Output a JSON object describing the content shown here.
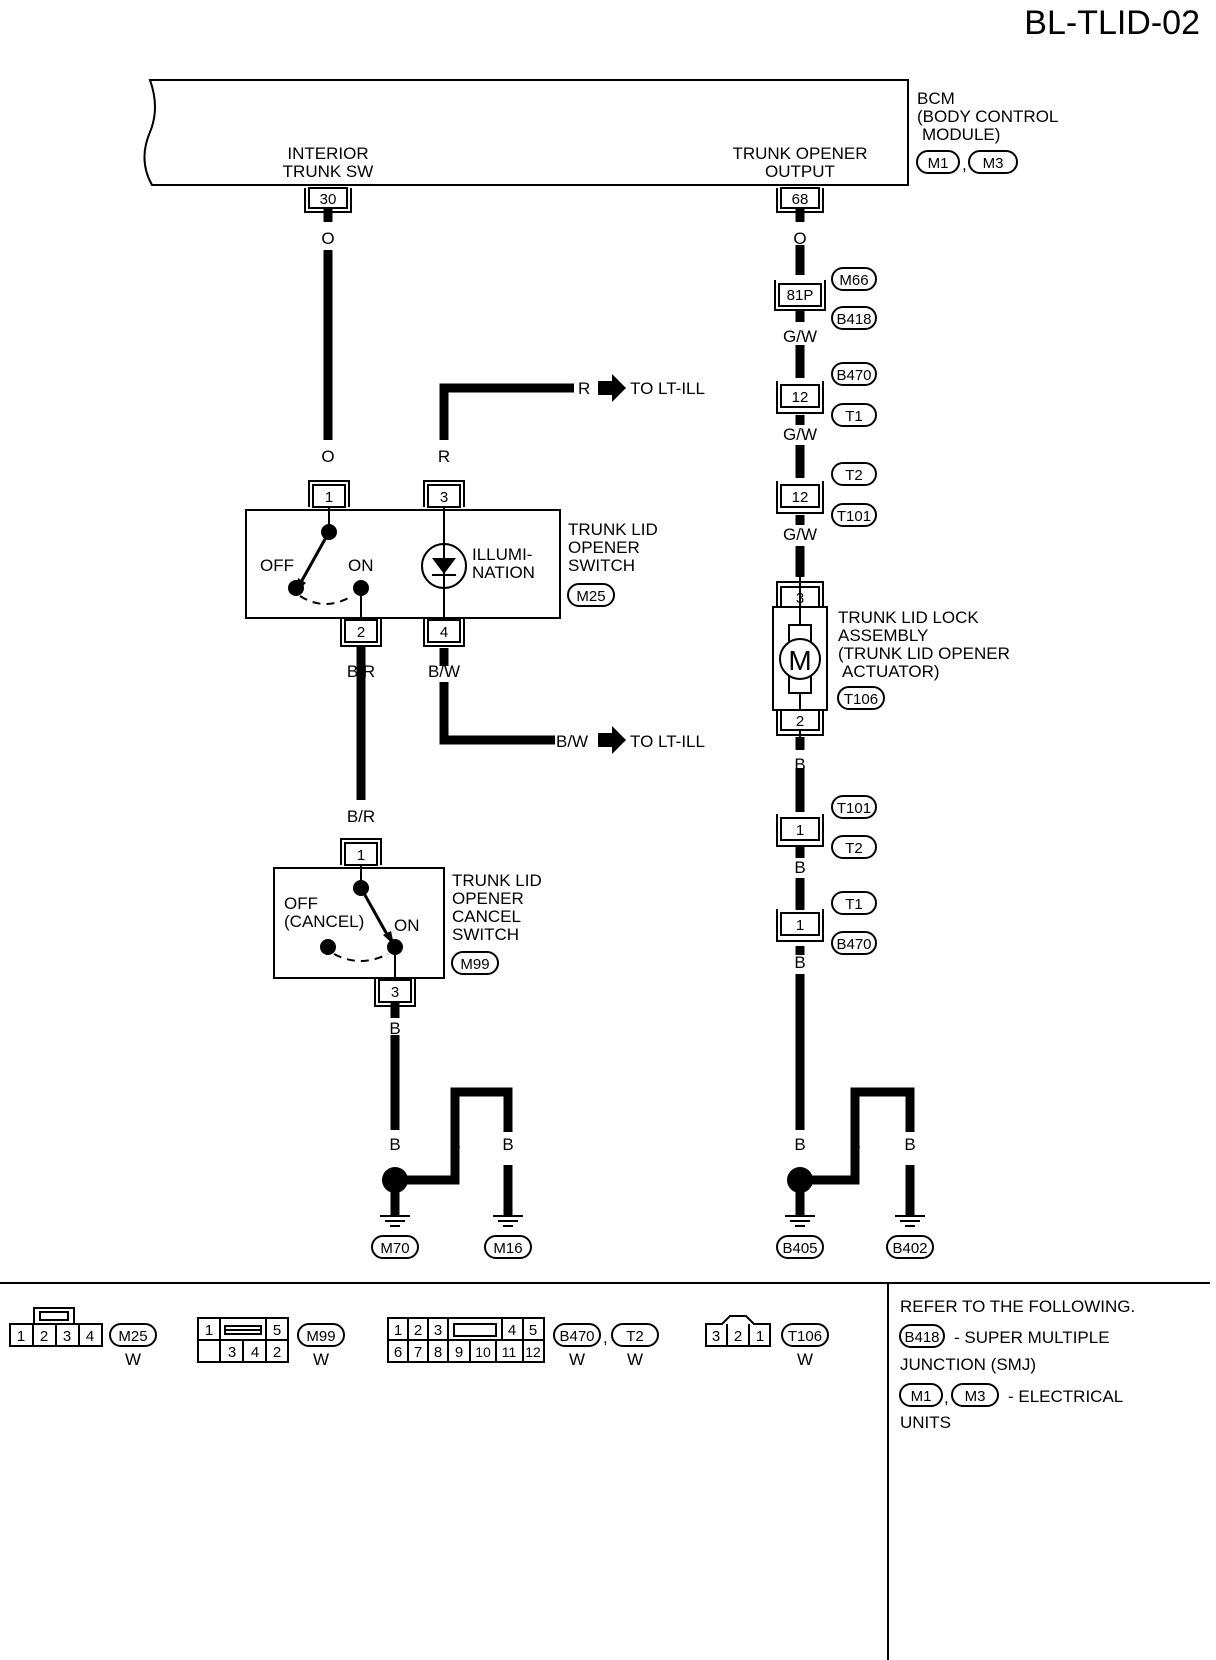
{
  "title": "BL-TLID-02",
  "bcm": {
    "name": "BCM",
    "desc1": "(BODY CONTROL",
    "desc2": "MODULE)",
    "conn1": "M1",
    "conn2": "M3",
    "sep": ",",
    "term_left_1": "INTERIOR",
    "term_left_2": "TRUNK SW",
    "term_left_pin": "30",
    "term_right_1": "TRUNK OPENER",
    "term_right_2": "OUTPUT",
    "term_right_pin": "68"
  },
  "wire_colors": {
    "o": "O",
    "gw": "G/W",
    "r": "R",
    "br": "B/R",
    "bw": "B/W",
    "b": "B"
  },
  "to_lt_ill": "TO LT-ILL",
  "connectors": {
    "p81": "81P",
    "m66": "M66",
    "b418": "B418",
    "b470": "B470",
    "p12": "12",
    "t1": "T1",
    "t2": "T2",
    "t101": "T101",
    "p1": "1",
    "p2": "2",
    "p3": "3",
    "p4": "4"
  },
  "opener_switch": {
    "name1": "TRUNK LID",
    "name2": "OPENER",
    "name3": "SWITCH",
    "conn": "M25",
    "off": "OFF",
    "on": "ON",
    "illum1": "ILLUMI-",
    "illum2": "NATION"
  },
  "cancel_switch": {
    "name1": "TRUNK LID",
    "name2": "OPENER",
    "name3": "CANCEL",
    "name4": "SWITCH",
    "conn": "M99",
    "off1": "OFF",
    "off2": "(CANCEL)",
    "on": "ON"
  },
  "lock_assembly": {
    "name1": "TRUNK LID LOCK",
    "name2": "ASSEMBLY",
    "name3": "(TRUNK LID OPENER",
    "name4": "ACTUATOR)",
    "conn": "T106",
    "motor": "M"
  },
  "grounds": {
    "m70": "M70",
    "m16": "M16",
    "b405": "B405",
    "b402": "B402"
  },
  "legend": {
    "m25_pins": [
      "1",
      "2",
      "3",
      "4"
    ],
    "m25": "M25",
    "m99_top": [
      "1",
      "5"
    ],
    "m99_bottom": [
      "3",
      "4",
      "2"
    ],
    "m99": "M99",
    "b470_top": [
      "1",
      "2",
      "3",
      "4",
      "5"
    ],
    "b470_bottom": [
      "6",
      "7",
      "8",
      "9",
      "10",
      "11",
      "12"
    ],
    "b470": "B470",
    "t2": "T2",
    "t106_pins": [
      "3",
      "2",
      "1"
    ],
    "t106": "T106",
    "color_w": "W",
    "comma": ","
  },
  "refer": {
    "heading": "REFER TO THE FOLLOWING.",
    "b418": "B418",
    "smj_1": "- SUPER MULTIPLE",
    "smj_2": "JUNCTION (SMJ)",
    "m1": "M1",
    "m3": "M3",
    "sep": ",",
    "eu_1": "- ELECTRICAL",
    "eu_2": "UNITS"
  }
}
